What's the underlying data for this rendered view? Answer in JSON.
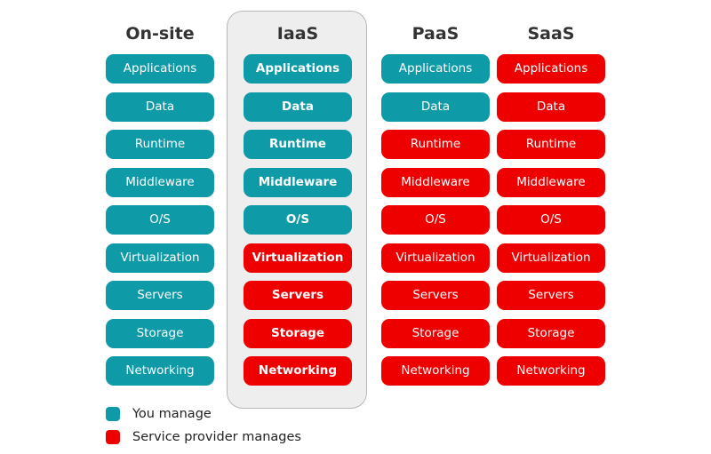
{
  "colors": {
    "you_manage": "#0e9aa7",
    "provider_manages": "#ee0000",
    "highlight_background": "#eeeeee"
  },
  "highlighted_column": "IaaS",
  "columns": [
    {
      "title": "On-site",
      "items": [
        {
          "label": "Applications",
          "owner": "you"
        },
        {
          "label": "Data",
          "owner": "you"
        },
        {
          "label": "Runtime",
          "owner": "you"
        },
        {
          "label": "Middleware",
          "owner": "you"
        },
        {
          "label": "O/S",
          "owner": "you"
        },
        {
          "label": "Virtualization",
          "owner": "you"
        },
        {
          "label": "Servers",
          "owner": "you"
        },
        {
          "label": "Storage",
          "owner": "you"
        },
        {
          "label": "Networking",
          "owner": "you"
        }
      ]
    },
    {
      "title": "IaaS",
      "items": [
        {
          "label": "Applications",
          "owner": "you"
        },
        {
          "label": "Data",
          "owner": "you"
        },
        {
          "label": "Runtime",
          "owner": "you"
        },
        {
          "label": "Middleware",
          "owner": "you"
        },
        {
          "label": "O/S",
          "owner": "you"
        },
        {
          "label": "Virtualization",
          "owner": "provider"
        },
        {
          "label": "Servers",
          "owner": "provider"
        },
        {
          "label": "Storage",
          "owner": "provider"
        },
        {
          "label": "Networking",
          "owner": "provider"
        }
      ]
    },
    {
      "title": "PaaS",
      "items": [
        {
          "label": "Applications",
          "owner": "you"
        },
        {
          "label": "Data",
          "owner": "you"
        },
        {
          "label": "Runtime",
          "owner": "provider"
        },
        {
          "label": "Middleware",
          "owner": "provider"
        },
        {
          "label": "O/S",
          "owner": "provider"
        },
        {
          "label": "Virtualization",
          "owner": "provider"
        },
        {
          "label": "Servers",
          "owner": "provider"
        },
        {
          "label": "Storage",
          "owner": "provider"
        },
        {
          "label": "Networking",
          "owner": "provider"
        }
      ]
    },
    {
      "title": "SaaS",
      "items": [
        {
          "label": "Applications",
          "owner": "provider"
        },
        {
          "label": "Data",
          "owner": "provider"
        },
        {
          "label": "Runtime",
          "owner": "provider"
        },
        {
          "label": "Middleware",
          "owner": "provider"
        },
        {
          "label": "O/S",
          "owner": "provider"
        },
        {
          "label": "Virtualization",
          "owner": "provider"
        },
        {
          "label": "Servers",
          "owner": "provider"
        },
        {
          "label": "Storage",
          "owner": "provider"
        },
        {
          "label": "Networking",
          "owner": "provider"
        }
      ]
    }
  ],
  "legend": {
    "you_manage": "You manage",
    "provider_manages": "Service provider manages"
  }
}
